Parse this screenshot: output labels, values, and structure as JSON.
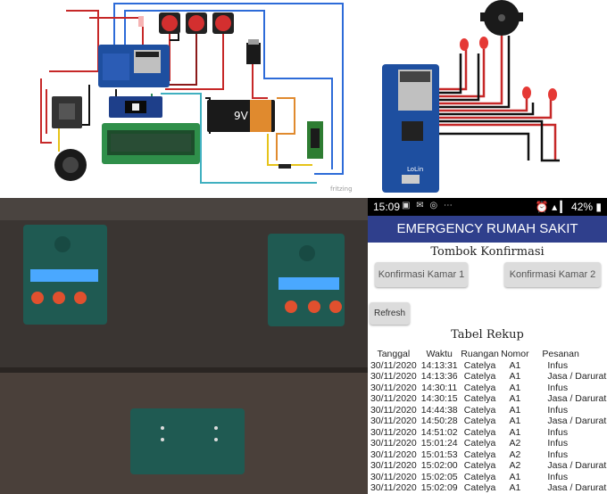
{
  "fritzing": {
    "watermark": "fritzing",
    "battery_label": "9V"
  },
  "schematic": {
    "board_label": "LoLin"
  },
  "phone": {
    "status": {
      "time": "15:09",
      "icons": "▣ ✉ ◎ ⋯",
      "right": "⏰ ▴ ▎ 42% ▮"
    },
    "app_title": "EMERGENCY RUMAH SAKIT",
    "confirm_title": "Tombok Konfirmasi",
    "confirm_buttons": [
      "Konfirmasi Kamar 1",
      "Konfirmasi Kamar 2"
    ],
    "refresh_label": "Refresh",
    "table_title": "Tabel Rekup",
    "columns": [
      "Tanggal",
      "Waktu",
      "Ruangan",
      "Nomor",
      "Pesanan"
    ],
    "rows": [
      [
        "30/11/2020",
        "14:13:31",
        "Catelya",
        "A1",
        "Infus"
      ],
      [
        "30/11/2020",
        "14:13:36",
        "Catelya",
        "A1",
        "Jasa / Darurat"
      ],
      [
        "30/11/2020",
        "14:30:11",
        "Catelya",
        "A1",
        "Infus"
      ],
      [
        "30/11/2020",
        "14:30:15",
        "Catelya",
        "A1",
        "Jasa / Darurat"
      ],
      [
        "30/11/2020",
        "14:44:38",
        "Catelya",
        "A1",
        "Infus"
      ],
      [
        "30/11/2020",
        "14:50:28",
        "Catelya",
        "A1",
        "Jasa / Darurat"
      ],
      [
        "30/11/2020",
        "14:51:02",
        "Catelya",
        "A1",
        "Infus"
      ],
      [
        "30/11/2020",
        "15:01:24",
        "Catelya",
        "A2",
        "Infus"
      ],
      [
        "30/11/2020",
        "15:01:53",
        "Catelya",
        "A2",
        "Infus"
      ],
      [
        "30/11/2020",
        "15:02:00",
        "Catelya",
        "A2",
        "Jasa / Darurat"
      ],
      [
        "30/11/2020",
        "15:02:05",
        "Catelya",
        "A1",
        "Infus"
      ],
      [
        "30/11/2020",
        "15:02:09",
        "Catelya",
        "A1",
        "Jasa / Darurat"
      ]
    ]
  },
  "colors": {
    "app_bar": "#2f3f8c",
    "board_blue": "#1e4fa0",
    "wire_red": "#c62828",
    "wire_black": "#111111",
    "device_green": "#1f5a52",
    "lcd_blue": "#4aa8ff"
  }
}
